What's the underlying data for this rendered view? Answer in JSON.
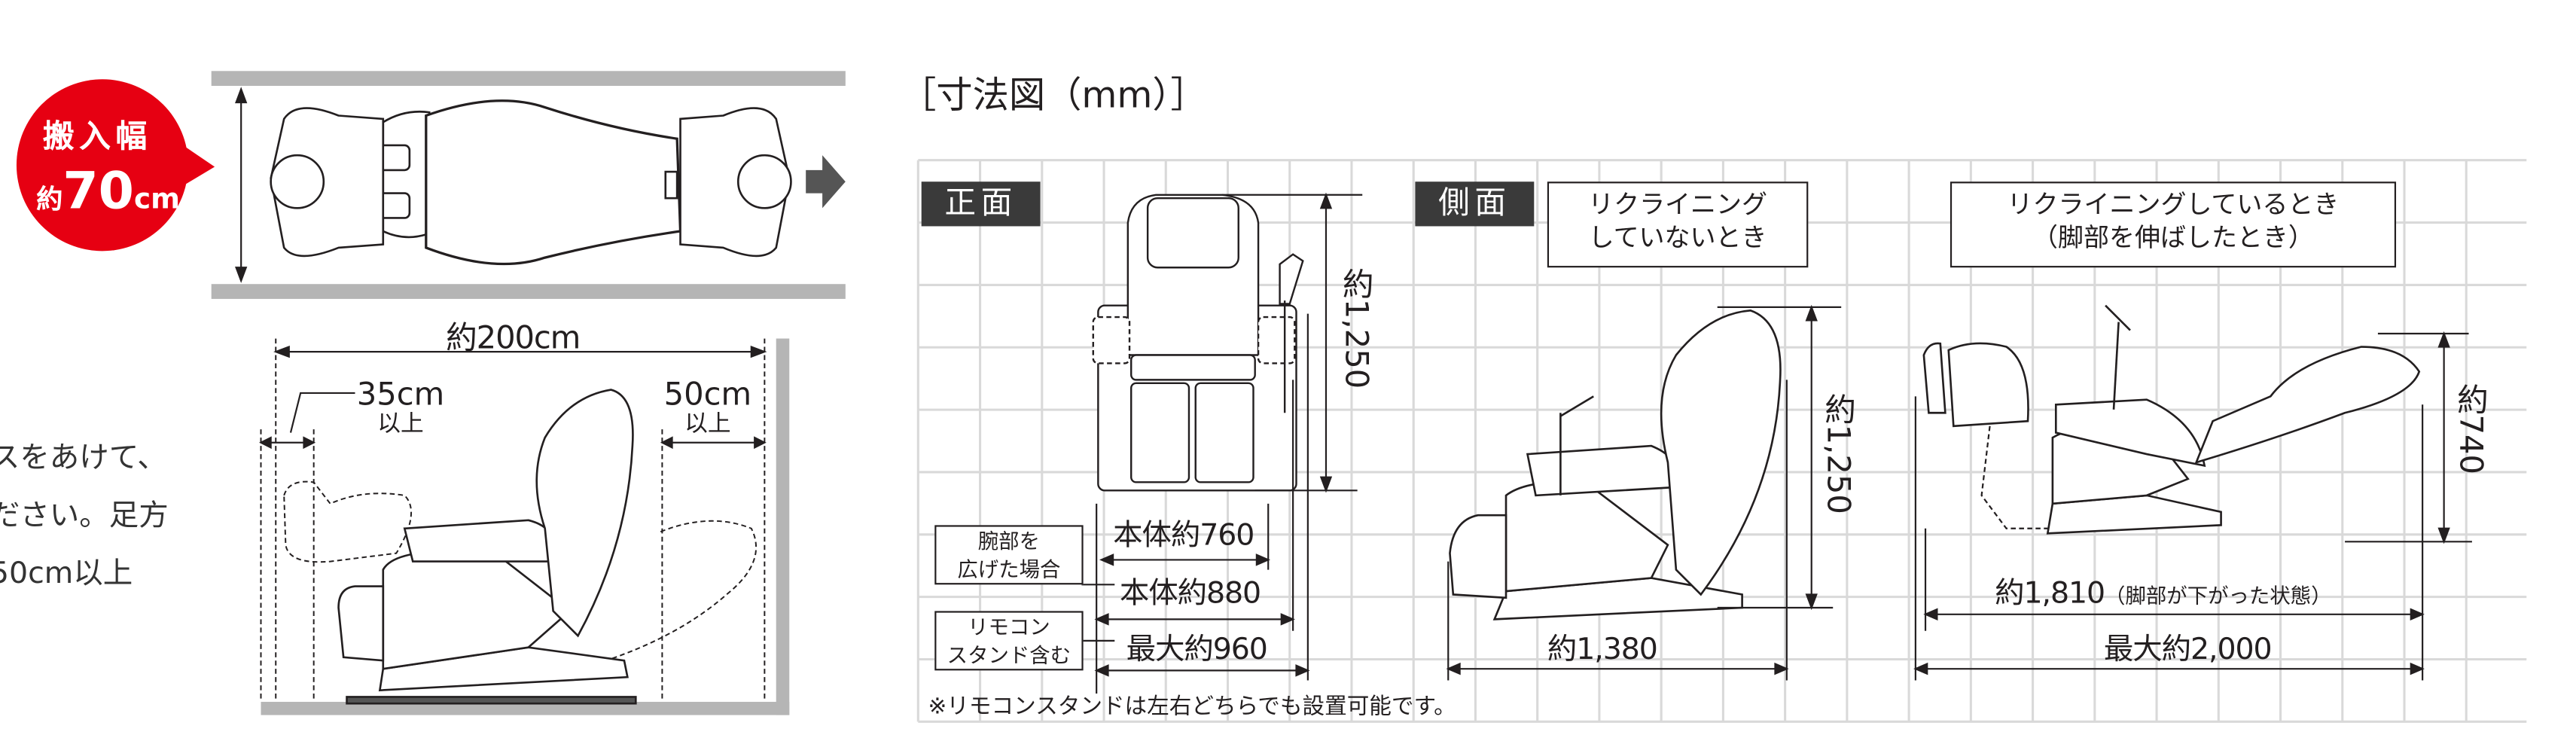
{
  "carry_in": {
    "badge_line1": "搬入幅",
    "badge_prefix": "約",
    "badge_value": "70",
    "badge_unit": "cm",
    "badge_color": "#e60012"
  },
  "room": {
    "total_length": "約200cm",
    "front_clearance": "35cm",
    "front_clearance_note": "以上",
    "back_clearance": "50cm",
    "back_clearance_note": "以上"
  },
  "side_text": [
    "スをあけて、",
    "ださい。足方",
    "50cm以上"
  ],
  "dimensions": {
    "title": "［寸法図（mm）］",
    "front": {
      "label": "正面",
      "height": "約1,250",
      "body_width": "本体約760",
      "arms_open_label": "腕部を\n広げた場合",
      "arms_open_width": "本体約880",
      "remote_label": "リモコン\nスタンド含む",
      "max_width": "最大約960"
    },
    "side": {
      "label": "側面",
      "upright_caption": "リクライニング\nしていないとき",
      "upright_height": "約1,250",
      "upright_depth": "約1,380",
      "reclined_caption": "リクライニングしているとき\n（脚部を伸ばしたとき）",
      "reclined_height": "約740",
      "reclined_depth": "約1,810",
      "reclined_depth_note": "（脚部が下がった状態）",
      "reclined_max": "最大約2,000"
    },
    "footnote": "※リモコンスタンドは左右どちらでも設置可能です。"
  }
}
